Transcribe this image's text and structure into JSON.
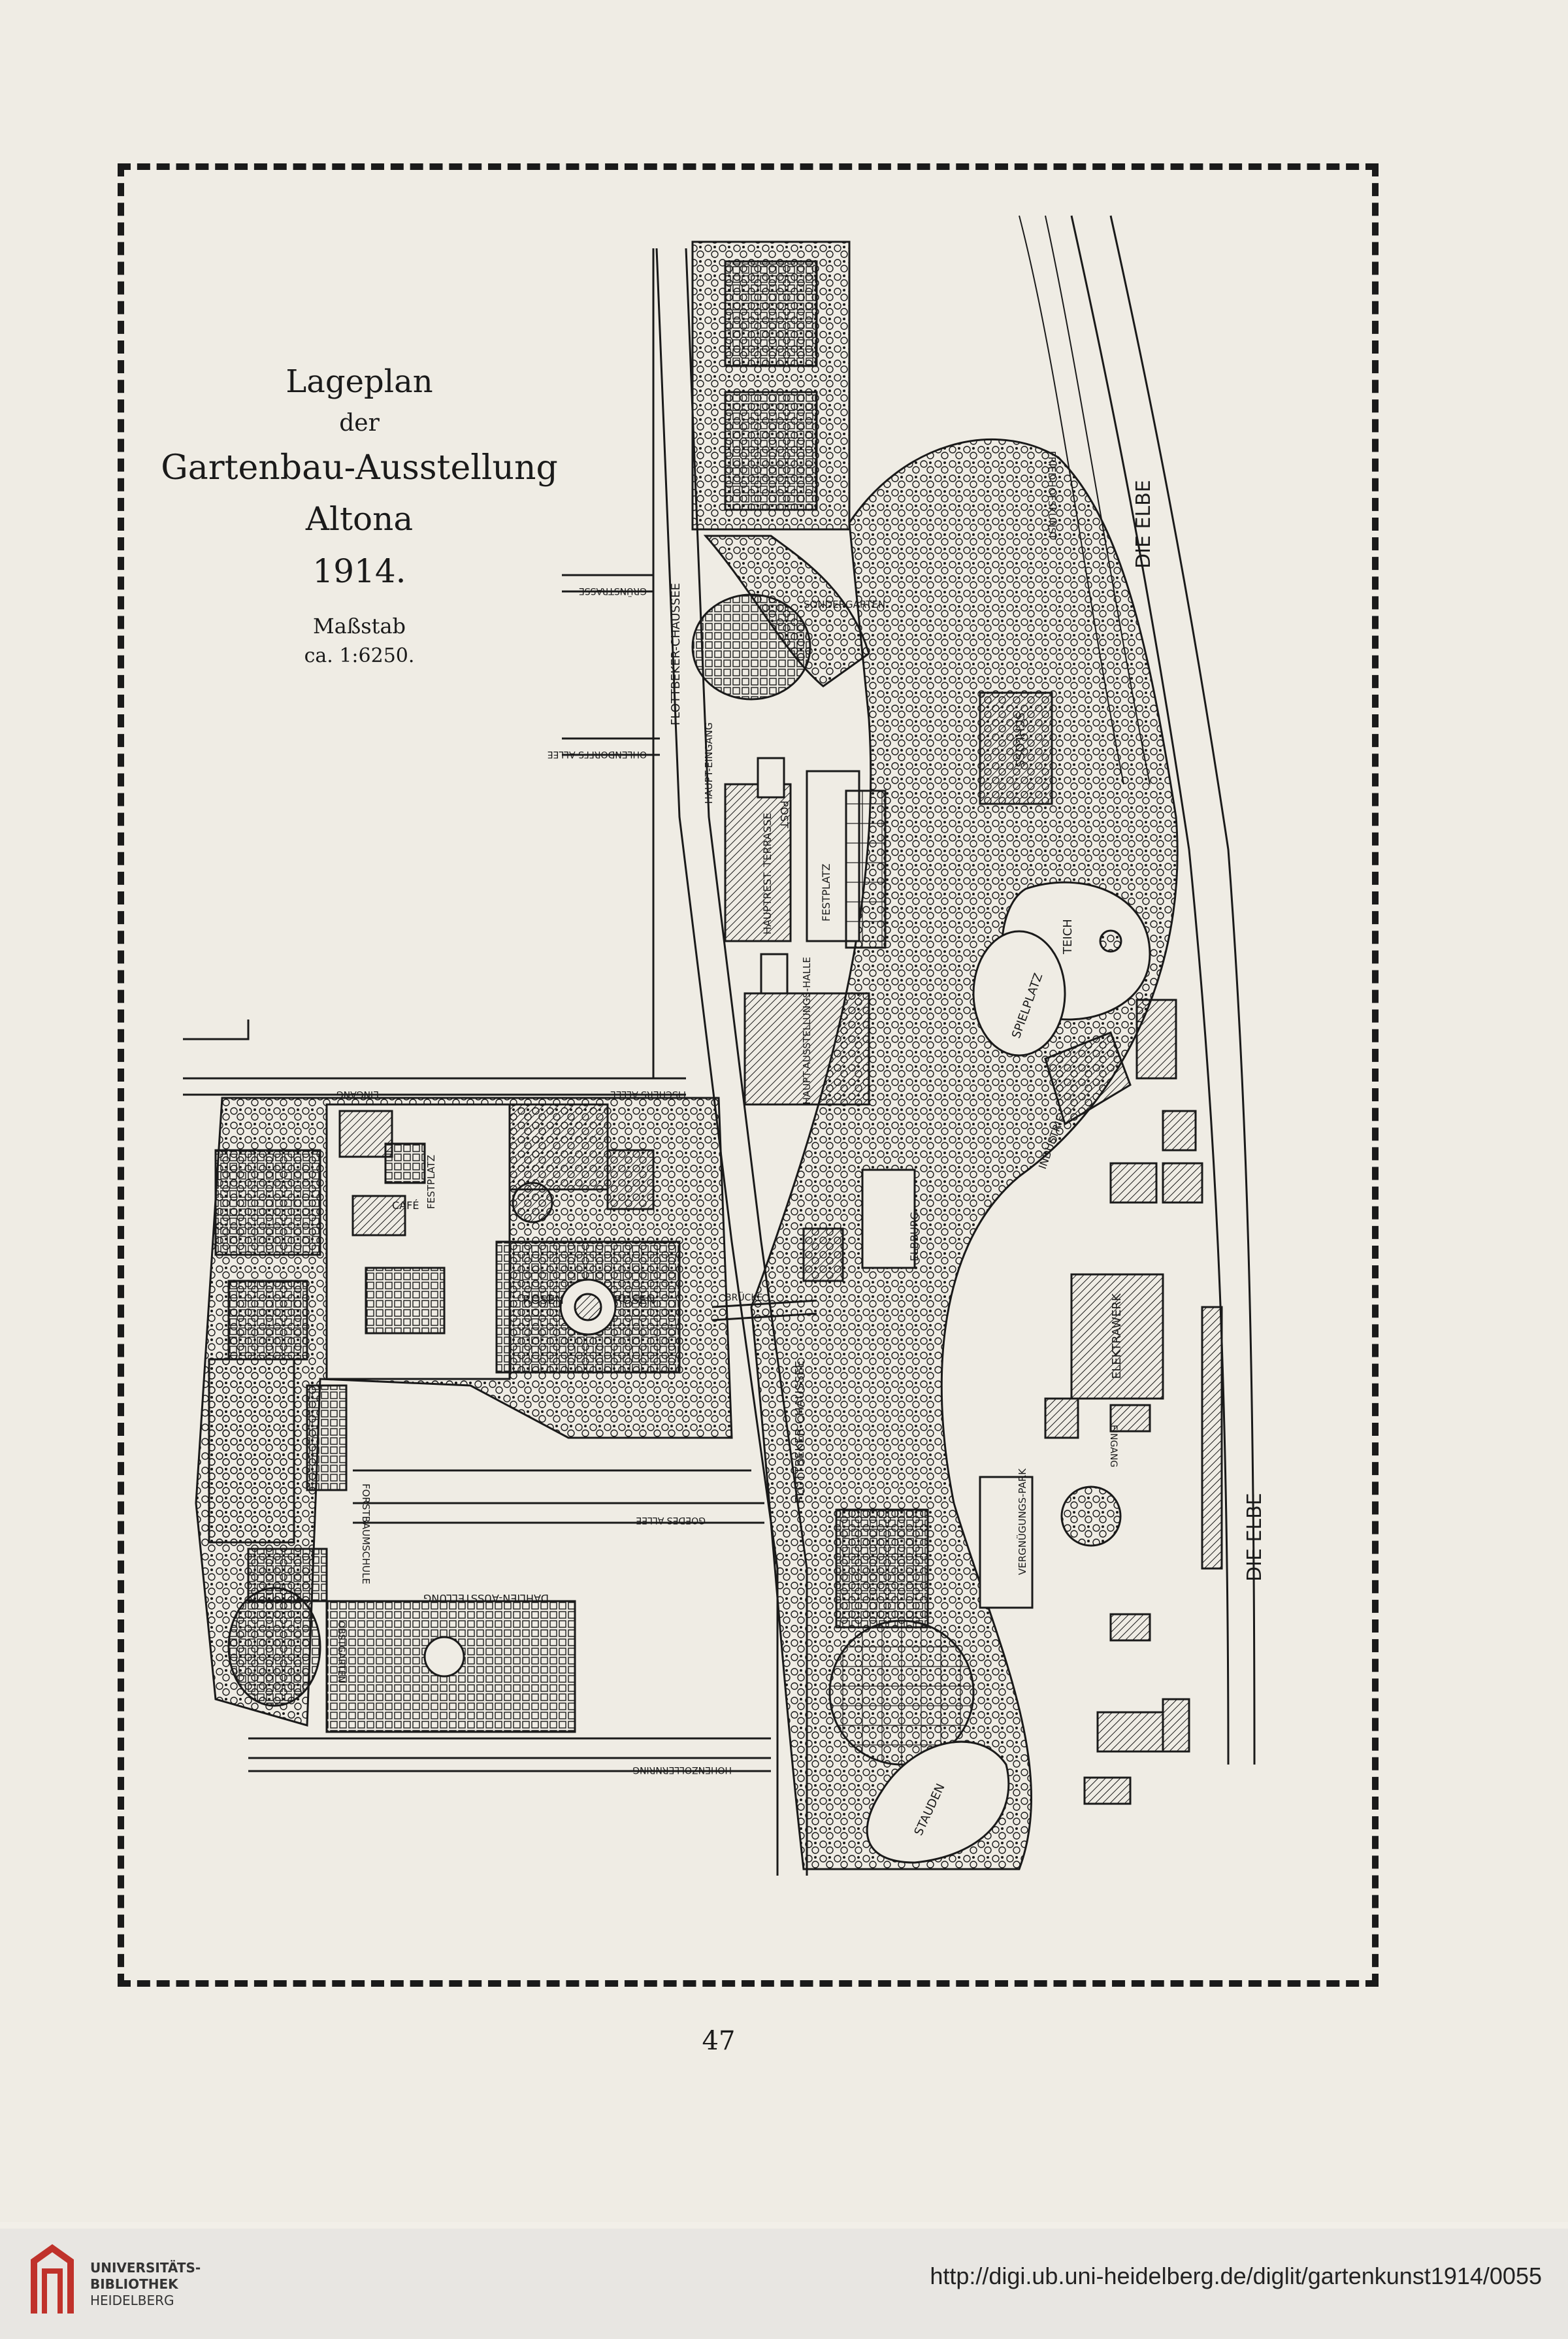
{
  "title": {
    "line1": "Lageplan",
    "line2": "der",
    "line3": "Gartenbau-Ausstellung",
    "line4": "Altona",
    "line5": "1914.",
    "scale_label": "Maßstab",
    "scale_value": "ca. 1:6250."
  },
  "map_labels": {
    "elbe_top": "DIE ELBE",
    "elbe_bottom": "DIE ELBE",
    "chaussee_top": "FLOTTBEKER-CHAUSSEE",
    "chaussee_bottom": "FLOTTBEKER-CHAUSSEE",
    "haupteingang": "HAUPT-EINGANG",
    "post": "POST",
    "hauptrest": "HAUPTREST. TERRASSE",
    "festplatz": "FESTPLATZ",
    "hauptausstellungshalle": "HAUPT-AUSSTELLUNGS-HALLE",
    "schloss": "SCHLOSS",
    "teich": "TEICH",
    "spielplatz": "SPIELPLATZ",
    "industrie": "INDUSTRIE",
    "elbburg": "ELBBURG",
    "elektrawerk": "ELEKTRAWERK",
    "vergnuegungspark": "VERGNÜGUNGS-PARK",
    "stauden": "STAUDEN",
    "rosen1": "ROSEN",
    "rosen2": "ROSEN",
    "sondergarten": "SONDERGARTEN",
    "friedhofskunst": "FRIEDHOFSKUNST",
    "festplatz_west": "FESTPLATZ",
    "cafe": "CAFÉ",
    "forstbaumschule": "FORSTBAUMSCHULE",
    "obstgarten": "OBSTGARTEN",
    "dahlien": "DAHLIEN-AUSSTELLUNG",
    "eingang1": "EINGANG",
    "eingang2": "EINGANG",
    "fischers_allee": "FISCHERS ALLEE",
    "goedes_allee": "GOEDES ALLEE",
    "hohenzollernring": "HOHENZOLLERNRING",
    "ohlendorffs_allee": "OHLENDORFFS ALLEE",
    "gruenstrasse": "GRÜNSTRASSE",
    "elbbruecke": "BRÜCKE"
  },
  "page_number": "47",
  "footer": {
    "library_line1": "UNIVERSITÄTS-",
    "library_line2": "BIBLIOTHEK",
    "library_line3": "HEIDELBERG",
    "url": "http://digi.ub.uni-heidelberg.de/diglit/gartenkunst1914/0055"
  },
  "colors": {
    "ink": "#1a1a1a",
    "paper": "#efece4",
    "logo_red": "#c0322b"
  }
}
